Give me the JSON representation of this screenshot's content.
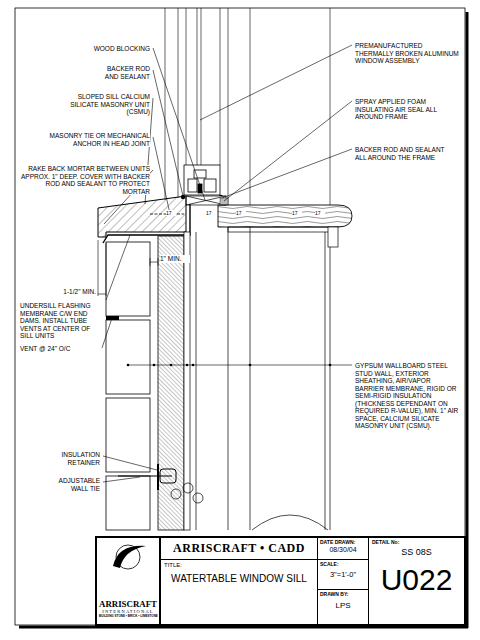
{
  "diagram": {
    "nodes": [
      {
        "text": [
          "ARRISCRAFT",
          "INTERNATIONAL",
          "BUILDING STONE • BRICK • LIMESTONE"
        ]
      },
      {
        "text": [
          "ARRISCRAFT • CADD"
        ]
      },
      {
        "text": [
          "TITLE:",
          "WATERTABLE WINDOW SILL"
        ]
      },
      {
        "text": [
          "DATE DRAWN:",
          "08/30/04"
        ]
      },
      {
        "text": [
          "SCALE:",
          "3\"=1'-0\""
        ]
      },
      {
        "text": [
          "DRAWN BY:",
          "LPS"
        ]
      },
      {
        "text": [
          "DETAIL No:",
          "SS 08S",
          "U022"
        ]
      }
    ],
    "labels": [
      "WOOD BLOCKING",
      "BACKER ROD AND SEALANT",
      "SLOPED SILL CALCIUM SILICATE MASONRY UNIT (CSMU)",
      "MASONRY TIE OR MECHANICAL ANCHOR IN HEAD JOINT",
      "RAKE BACK MORTAR BETWEEN UNITS APPROX. 1\" DEEP. COVER WITH BACKER ROD AND SEALANT TO PROTECT MORTAR",
      "1\" MIN.",
      "1-1/2\" MIN.",
      "UNDERSILL FLASHING MEMBRANE C/W END DAMS. INSTALL TUBE VENTS AT CENTER OF SILL UNITS",
      "VENT @ 24\" O/C",
      "INSULATION RETAINER",
      "ADJUSTABLE WALL TIE",
      "PREMANUFACTURED THERMALLY BROKEN ALUMINUM WINDOW ASSEMBLY",
      "SPRAY APPLIED FOAM INSULATING AIR SEAL ALL AROUND FRAME",
      "BACKER ROD AND SEALANT ALL AROUND THE FRAME",
      "GYPSUM WALLBOARD STEEL STUD WALL, EXTERIOR SHEATHING, AIR/VAPOR BARRIER MEMBRANE, RIGID OR SEMI-RIGID INSULATION (THICKNESS DEPENDANT ON REQUIRED R-VALUE), MIN. 1\" AIR SPACE, CALCIUM SILICATE MASONRY UNIT (CSMU).",
      "17",
      "17",
      "17",
      "17",
      "17"
    ]
  }
}
